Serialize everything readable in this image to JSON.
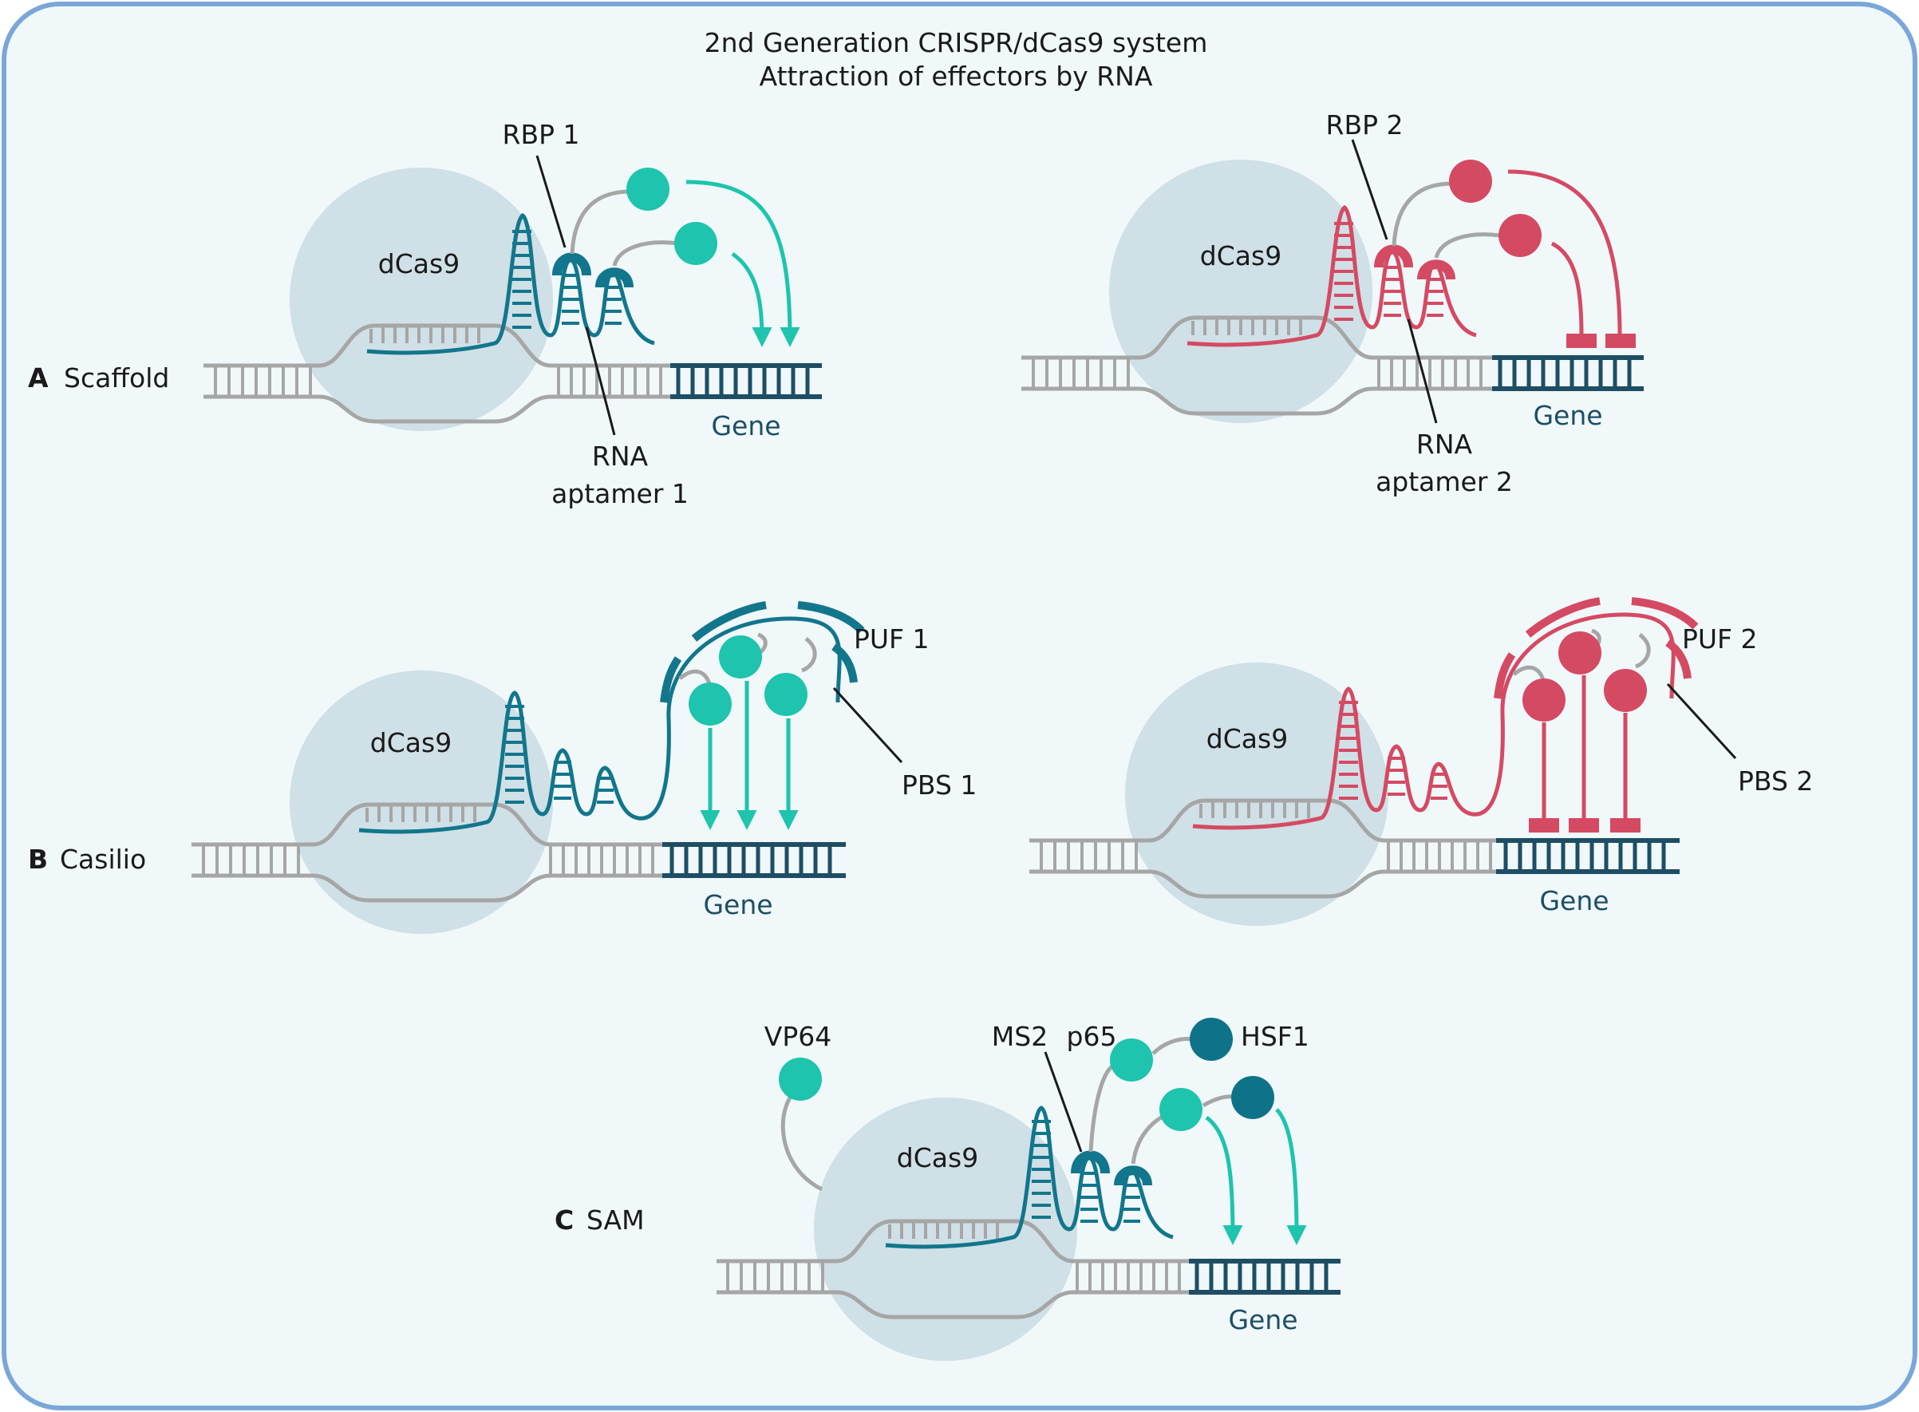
{
  "title": {
    "line1": "2nd Generation CRISPR/dCas9 system",
    "line2": "Attraction of effectors by RNA"
  },
  "colors": {
    "panel_bg": "#f0f8fa",
    "panel_border": "#7aa7d8",
    "dcas9_circle": "#cfe0e6",
    "dna": "#a6a6a6",
    "teal_rna": "#12768c",
    "teal_effector": "#1ec4ad",
    "dark_teal_effector": "#0e7389",
    "red": "#d54a63",
    "gene_dark": "#1d4e64"
  },
  "sections": {
    "a": {
      "letter": "A",
      "name": "Scaffold"
    },
    "b": {
      "letter": "B",
      "name": "Casilio"
    },
    "c": {
      "letter": "C",
      "name": "SAM"
    }
  },
  "labels": {
    "dcas9": "dCas9",
    "gene": "Gene",
    "rbp1": "RBP 1",
    "rbp2": "RBP 2",
    "rna": "RNA",
    "aptamer1": "aptamer 1",
    "aptamer2": "aptamer 2",
    "puf1": "PUF 1",
    "puf2": "PUF 2",
    "pbs1": "PBS 1",
    "pbs2": "PBS 2",
    "vp64": "VP64",
    "ms2": "MS2",
    "p65": "p65",
    "hsf1": "HSF1"
  }
}
